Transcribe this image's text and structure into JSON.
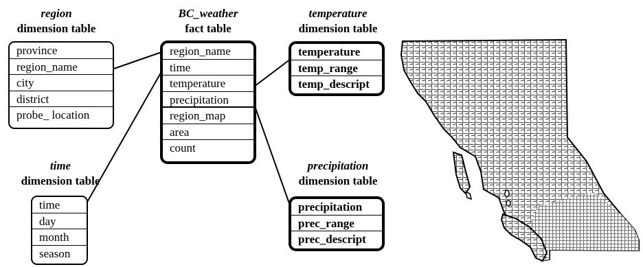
{
  "tables": {
    "region": {
      "name": "region",
      "kind": "dimension table",
      "attributes": [
        "province",
        "region_name",
        "city",
        "district",
        "probe_ location"
      ]
    },
    "fact": {
      "name": "BC_weather",
      "kind": "fact table",
      "attributes": [
        "region_name",
        "time",
        "temperature",
        "precipitation",
        "region_map",
        "area",
        "count"
      ]
    },
    "temperature": {
      "name": "temperature",
      "kind": "dimension table",
      "attributes": [
        "temperature",
        "temp_range",
        "temp_descript"
      ]
    },
    "time": {
      "name": "time",
      "kind": "dimension table",
      "attributes": [
        "time",
        "day",
        "month",
        "season"
      ]
    },
    "precipitation": {
      "name": "precipitation",
      "kind": "dimension table",
      "attributes": [
        "precipitation",
        "prec_range",
        "prec_descript"
      ]
    }
  },
  "links": [
    {
      "from": "tables.region.attributes.1",
      "to": "tables.fact.attributes.0"
    },
    {
      "from": "tables.time.attributes.0",
      "to": "tables.fact.attributes.1"
    },
    {
      "from": "tables.fact.attributes.2",
      "to": "tables.temperature.attributes.0"
    },
    {
      "from": "tables.fact.attributes.3",
      "to": "tables.precipitation.attributes.0"
    }
  ],
  "map": {
    "subject": "British Columbia weather regions"
  },
  "colors": {
    "stroke": "#000000",
    "background": "#ffffff"
  }
}
